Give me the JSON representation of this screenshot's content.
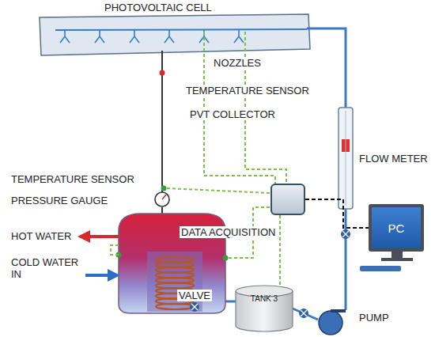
{
  "diagram": {
    "nodes": [
      {
        "text": [
          "DATA ACQUISITION"
        ]
      },
      {
        "text": [
          "PC"
        ]
      },
      {
        "text": [
          "TANK 3"
        ]
      }
    ],
    "edges": [
      {
        "from": 0,
        "to": 1,
        "arrow": "none"
      },
      {
        "from": 0,
        "to": 2,
        "arrow": "none"
      }
    ],
    "labels": [
      "PHOTOVOLTAIC CELL",
      "NOZZLES",
      "TEMPERATURE SENSOR",
      "PVT COLLECTOR",
      "FLOW METER",
      "TEMPERATURE SENSOR",
      "PRESSURE GAUGE",
      "HOT WATER",
      "COLD WATER IN",
      "VALVE",
      "PUMP"
    ]
  }
}
